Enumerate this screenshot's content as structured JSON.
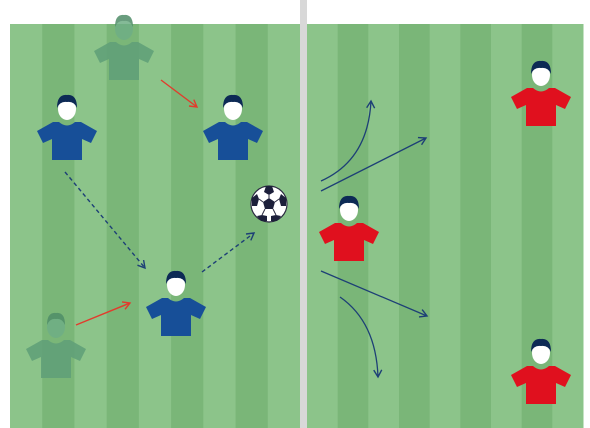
{
  "diagram": {
    "colors": {
      "pitch_stripe_light": "#8cc48a",
      "pitch_stripe_dark": "#7ab678",
      "center_line": "#d8d8d8",
      "blue_team": "#174f98",
      "red_team": "#e0101e",
      "ghost_player": "#5f9f78",
      "pass_arrow": "#1d3f76",
      "move_arrow": "#e23b2c",
      "skin": "#ffffff",
      "hair": "#0d2a55"
    },
    "players": [
      {
        "name": "player-blue-ghost-top-icon",
        "team": "ghost"
      },
      {
        "name": "player-blue-top-left-icon",
        "team": "blue"
      },
      {
        "name": "player-blue-top-right-icon",
        "team": "blue"
      },
      {
        "name": "player-blue-center-icon",
        "team": "blue"
      },
      {
        "name": "player-blue-ghost-bottom-icon",
        "team": "ghost"
      },
      {
        "name": "player-red-defender-icon",
        "team": "red"
      },
      {
        "name": "player-red-top-right-icon",
        "team": "red"
      },
      {
        "name": "player-red-bottom-right-icon",
        "team": "red"
      }
    ],
    "ball": {
      "name": "soccer-ball-icon"
    },
    "arrows": [
      {
        "name": "arrow-move-top",
        "kind": "move"
      },
      {
        "name": "arrow-move-bottom",
        "kind": "move"
      },
      {
        "name": "arrow-pass-diagonal",
        "kind": "pass"
      },
      {
        "name": "arrow-pass-to-ball",
        "kind": "pass"
      },
      {
        "name": "arrow-option-curve-up",
        "kind": "option"
      },
      {
        "name": "arrow-option-straight-up",
        "kind": "option"
      },
      {
        "name": "arrow-option-straight-down",
        "kind": "option"
      },
      {
        "name": "arrow-option-curve-down",
        "kind": "option"
      }
    ]
  }
}
